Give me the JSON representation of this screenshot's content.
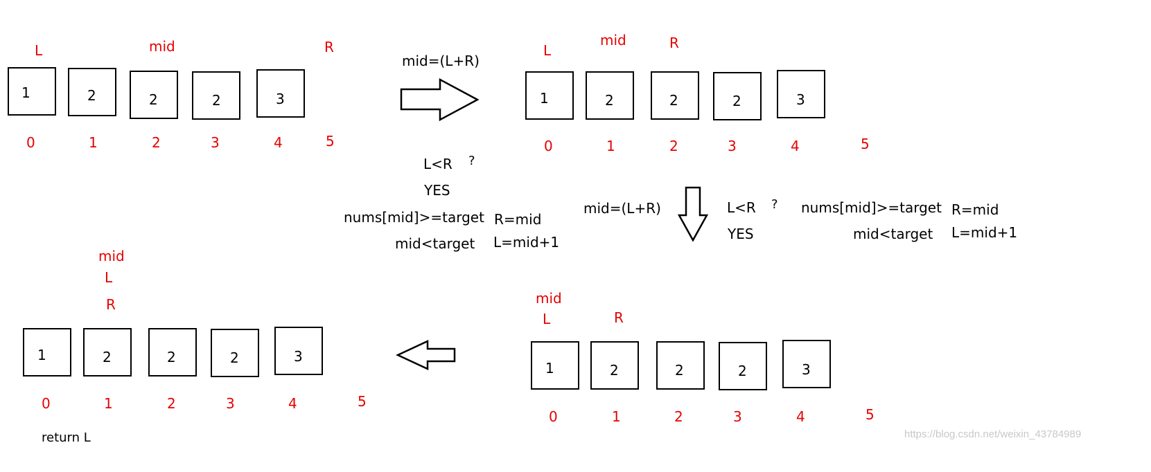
{
  "array": {
    "values": [
      "1",
      "2",
      "2",
      "2",
      "3"
    ],
    "indices": [
      "0",
      "1",
      "2",
      "3",
      "4",
      "5"
    ]
  },
  "labels": {
    "L": "L",
    "R": "R",
    "mid": "mid"
  },
  "rules": {
    "mid_formula": "mid=(L+R)",
    "condition": "L<R",
    "question": "?",
    "yes": "YES",
    "cond_ge": "nums[mid]>=target",
    "action_ge": "R=mid",
    "cond_lt": "mid<target",
    "action_lt": "L=mid+1"
  },
  "result": {
    "return": "return L"
  },
  "watermark": "https://blog.csdn.net/weixin_43784989",
  "colors": {
    "pointer_label": "#e60000",
    "index_label": "#e60000",
    "text": "#000000",
    "box_border": "#000000"
  }
}
